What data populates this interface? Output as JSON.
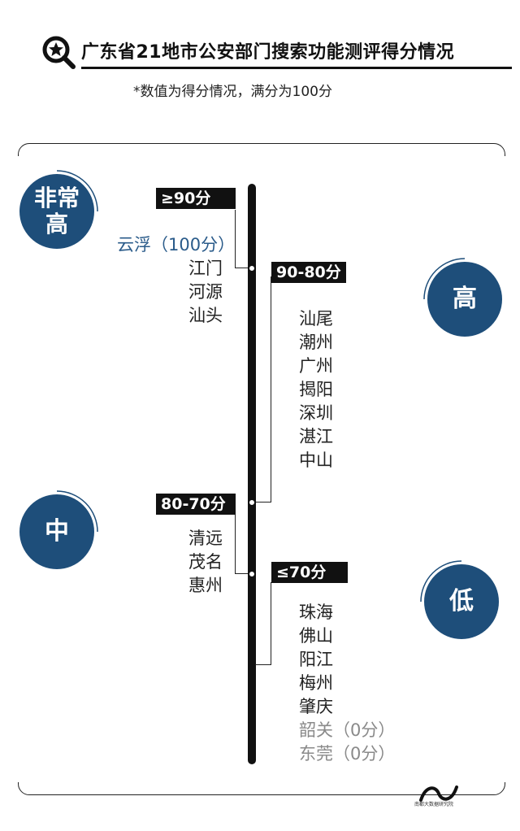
{
  "header": {
    "title": "广东省21地市公安部门搜索功能测评得分情况",
    "subtitle": "*数值为得分情况，满分为100分",
    "icon": "search-star-icon"
  },
  "levels": {
    "very_high": "非常高",
    "high": "高",
    "medium": "中",
    "low": "低"
  },
  "tiers": [
    {
      "range": "≥90分",
      "cities": [
        "云浮（100分）",
        "江门",
        "河源",
        "汕头"
      ]
    },
    {
      "range": "90-80分",
      "cities": [
        "汕尾",
        "潮州",
        "广州",
        "揭阳",
        "深圳",
        "湛江",
        "中山"
      ]
    },
    {
      "range": "80-70分",
      "cities": [
        "清远",
        "茂名",
        "惠州"
      ]
    },
    {
      "range": "≤70分",
      "cities": [
        "珠海",
        "佛山",
        "阳江",
        "梅州",
        "肇庆",
        "韶关（0分）",
        "东莞（0分）"
      ]
    }
  ],
  "footer": {
    "logo_text": "南都大数据研究院"
  },
  "colors": {
    "accent": "#1e4e7a",
    "highlight_text": "#2a5b8a",
    "muted_text": "#8a8a8a"
  }
}
